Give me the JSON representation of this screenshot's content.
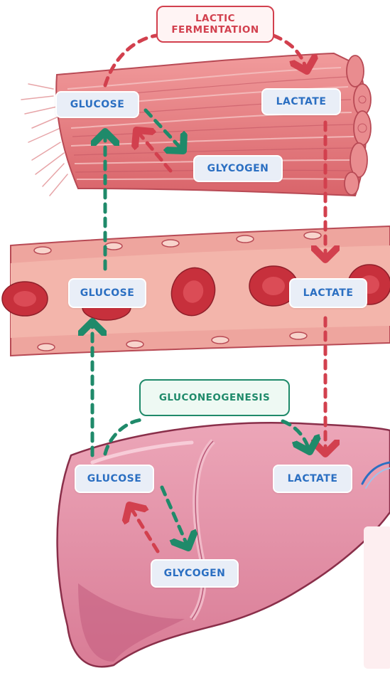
{
  "processes": {
    "lactic_fermentation": {
      "line1": "LACTIC",
      "line2": "FERMENTATION"
    },
    "gluconeogenesis": "GLUCONEOGENESIS"
  },
  "muscle": {
    "glucose": "GLUCOSE",
    "lactate": "LACTATE",
    "glycogen": "GLYCOGEN"
  },
  "blood": {
    "glucose": "GLUCOSE",
    "lactate": "LACTATE"
  },
  "liver": {
    "glucose": "GLUCOSE",
    "lactate": "LACTATE",
    "glycogen": "GLYCOGEN"
  },
  "colors": {
    "red_arrow": "#d2404e",
    "green_arrow": "#1f8a6a",
    "label_text": "#2b6fc2",
    "muscle": "#e57a7e",
    "vessel": "#ea9a94",
    "liver": "#e596ab"
  }
}
